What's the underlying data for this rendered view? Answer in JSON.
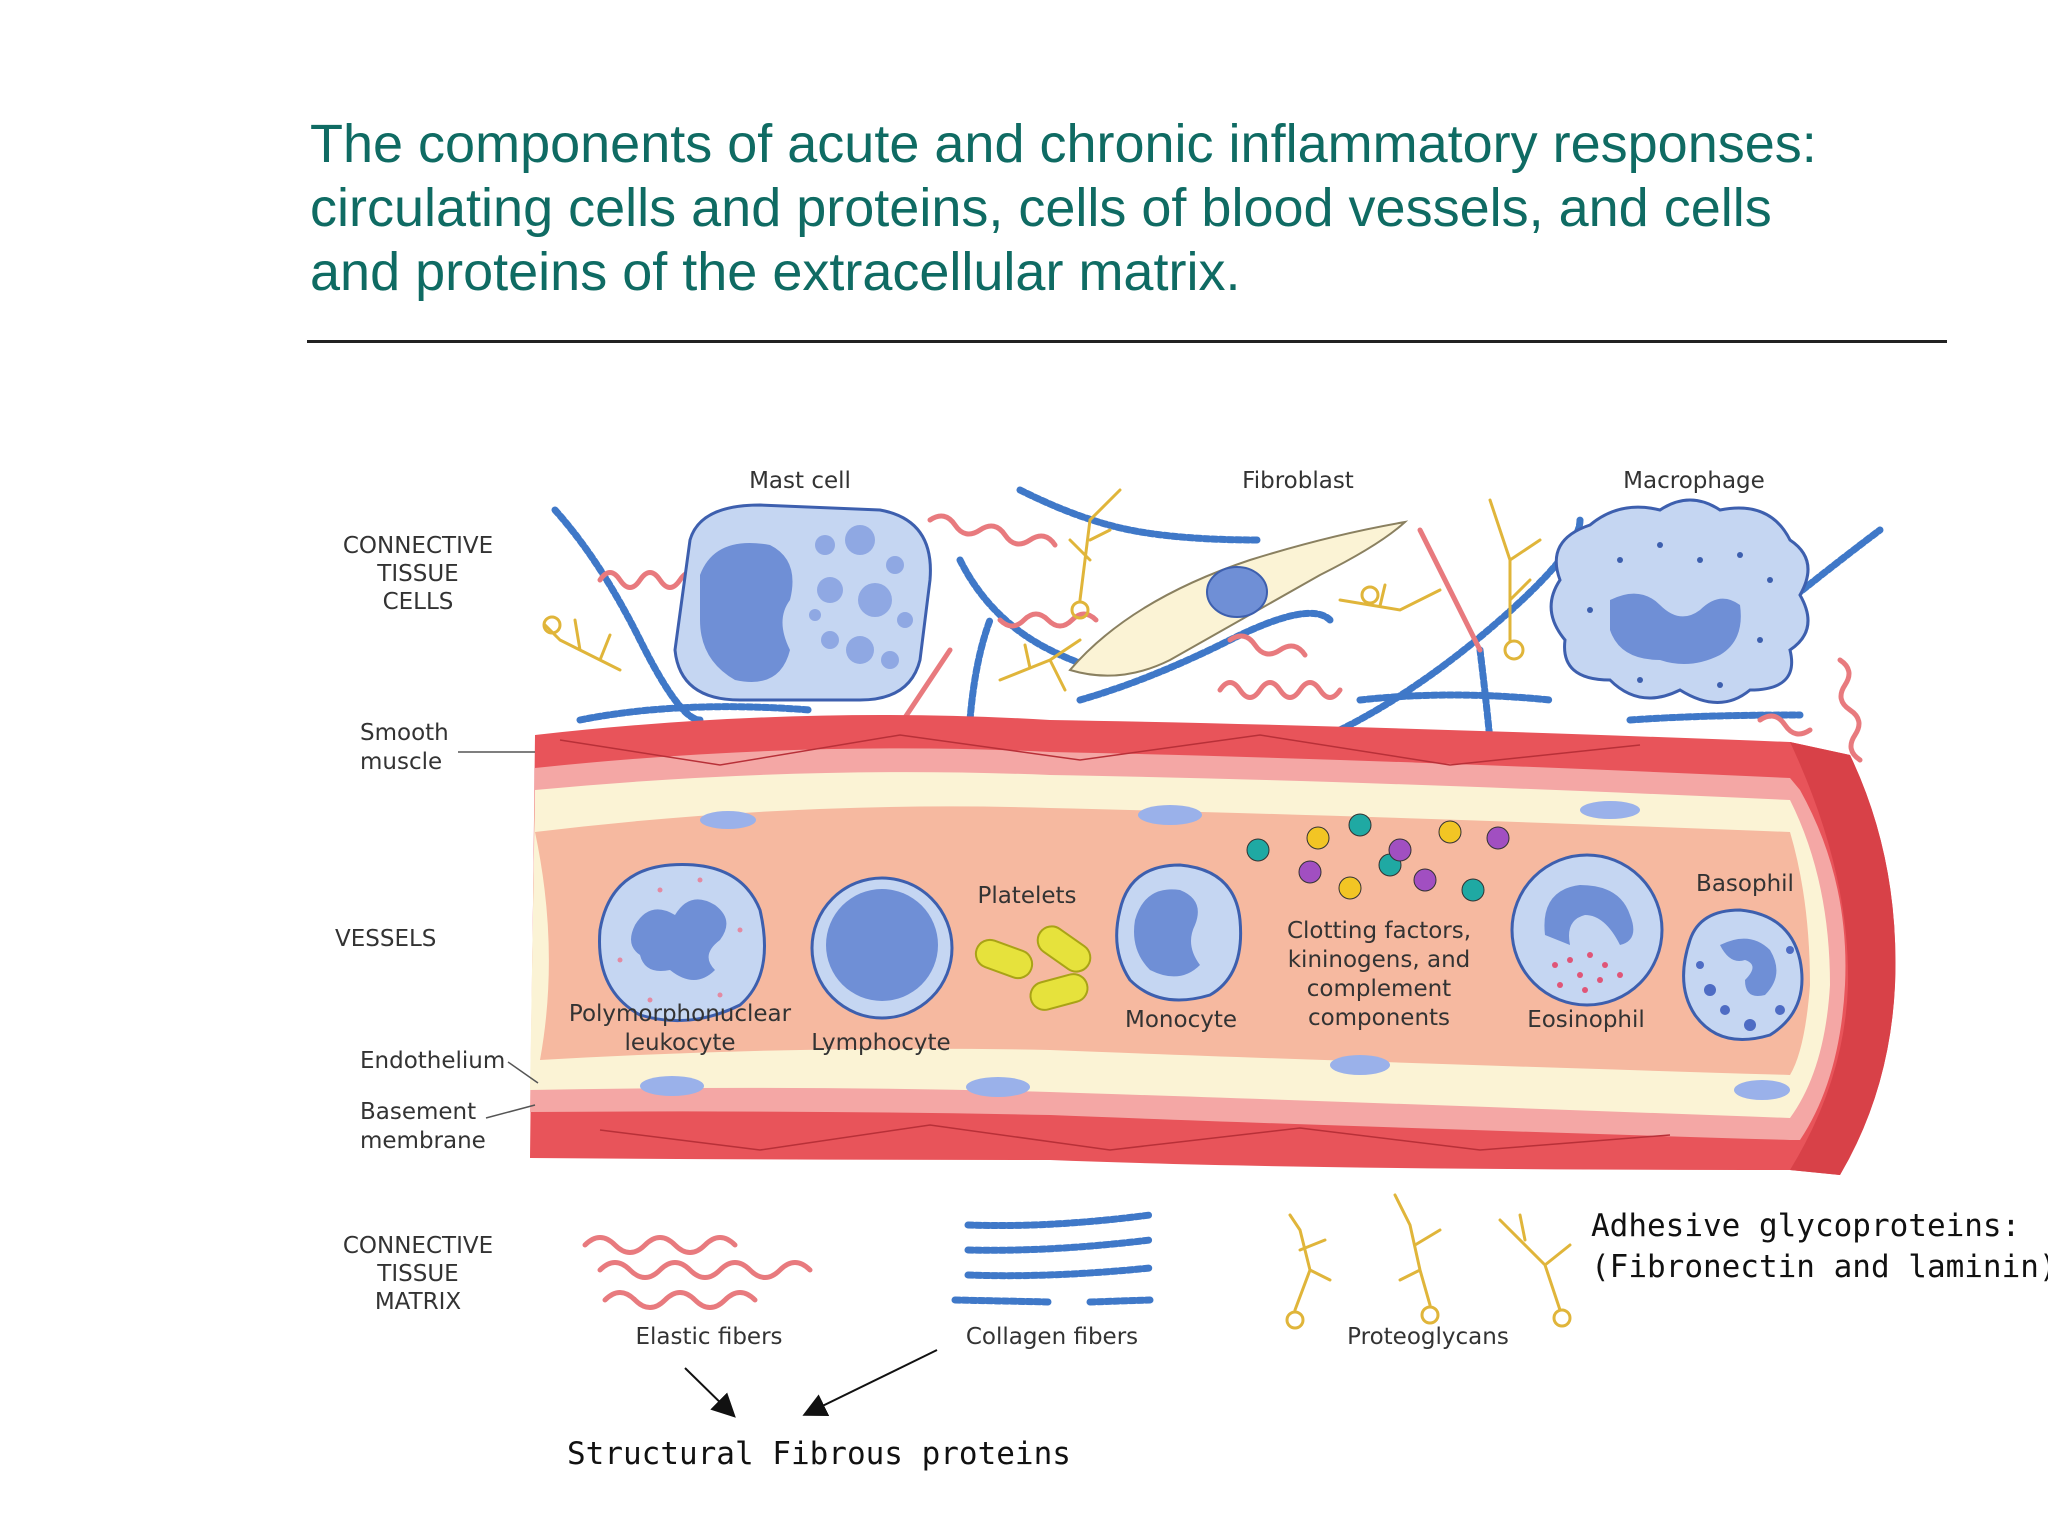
{
  "slide": {
    "title_lines": [
      "The components of acute and chronic inflammatory responses:",
      "circulating cells and proteins, cells of blood vessels, and cells",
      "and proteins of the extracellular matrix."
    ]
  },
  "diagram": {
    "section_labels": {
      "connective_tissue_cells": [
        "CONNECTIVE",
        "TISSUE",
        "CELLS"
      ],
      "vessels": "VESSELS",
      "connective_tissue_matrix": [
        "CONNECTIVE",
        "TISSUE",
        "MATRIX"
      ]
    },
    "layer_labels": {
      "smooth_muscle": [
        "Smooth",
        "muscle"
      ],
      "endothelium": "Endothelium",
      "basement_membrane": [
        "Basement",
        "membrane"
      ]
    },
    "connective_cells": {
      "mast_cell": "Mast cell",
      "fibroblast": "Fibroblast",
      "macrophage": "Macrophage"
    },
    "vessel_contents": {
      "polymorphonuclear": [
        "Polymorphonuclear",
        "leukocyte"
      ],
      "lymphocyte": "Lymphocyte",
      "platelets": "Platelets",
      "monocyte": "Monocyte",
      "clotting": [
        "Clotting factors,",
        "kininogens, and",
        "complement",
        "components"
      ],
      "eosinophil": "Eosinophil",
      "basophil": "Basophil"
    },
    "matrix": {
      "elastic_fibers": "Elastic fibers",
      "collagen_fibers": "Collagen fibers",
      "proteoglycans": "Proteoglycans"
    },
    "annotations": {
      "adhesive_line1": "Adhesive glycoproteins:",
      "adhesive_line2": "(Fibronectin and laminin)",
      "structural": "Structural Fibrous proteins"
    },
    "colors": {
      "title": "#0f6b63",
      "vessel_wall": "#e8545a",
      "lumen": "#f6b9a0",
      "endothelium": "#fbf3d5",
      "cell_fill": "#c5d6f2",
      "nucleus": "#6f8fd6",
      "collagen": "#3f78c8",
      "elastic": "#e87a7e",
      "proteoglycan": "#e0b53a",
      "platelet": "#e6e23c"
    }
  }
}
